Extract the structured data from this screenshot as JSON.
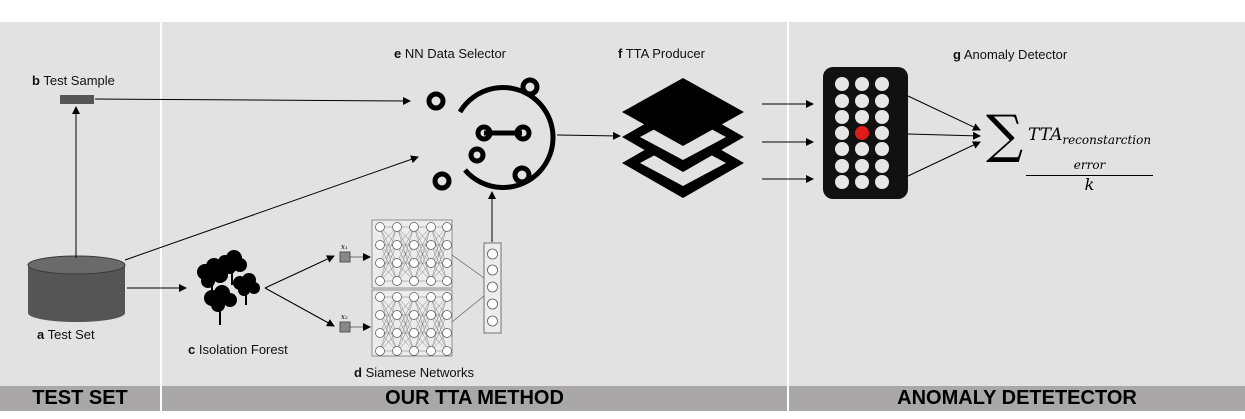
{
  "sections": [
    {
      "letter": "",
      "title": "TEST SET"
    },
    {
      "letter": "",
      "title": "OUR TTA METHOD"
    },
    {
      "letter": "",
      "title": "ANOMALY DETETECTOR"
    }
  ],
  "labels": {
    "test_set": {
      "letter": "a",
      "text": "Test Set"
    },
    "test_sample": {
      "letter": "b",
      "text": "Test Sample"
    },
    "isolation_forest": {
      "letter": "c",
      "text": "Isolation Forest"
    },
    "siamese_networks": {
      "letter": "d",
      "text": "Siamese Networks"
    },
    "nn_data_selector": {
      "letter": "e",
      "text": "NN Data Selector"
    },
    "tta_producer": {
      "letter": "f",
      "text": "TTA Producer"
    },
    "anomaly_detector": {
      "letter": "g",
      "text": "Anomaly Detector"
    }
  },
  "siamese_inputs": {
    "top": "x₁",
    "bottom": "x₂"
  },
  "formula": {
    "symbol": "∑",
    "numerator_main": "TTA",
    "numerator_sub": "reconstarction error",
    "denominator": "k"
  },
  "colors": {
    "panel": "#e2e2e2",
    "footer": "#a9a7a7",
    "highlight_dot": "#e01b1b",
    "matrix_bg": "#111111"
  }
}
